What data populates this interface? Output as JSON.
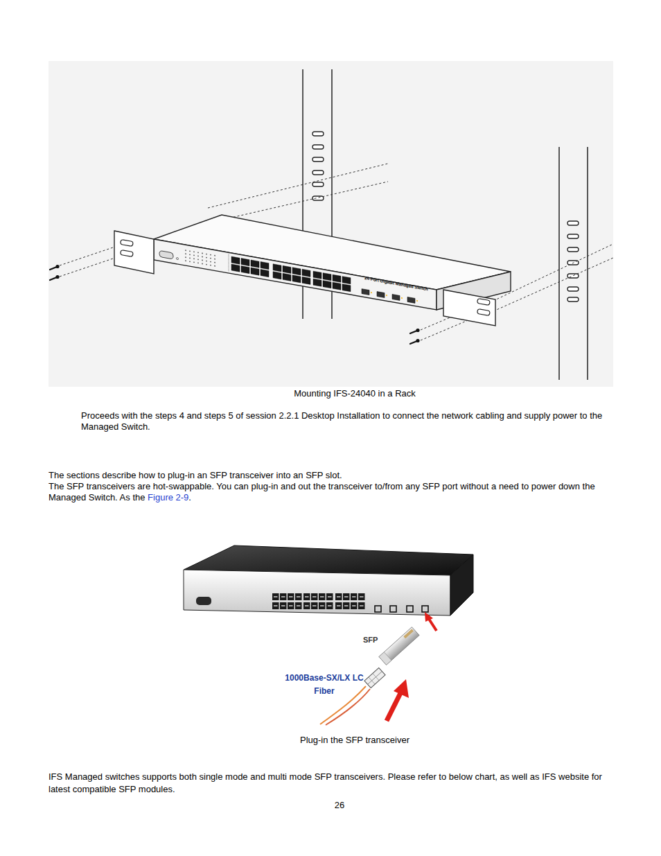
{
  "diagram": {
    "labels": [
      "24-Port Gigabit Managed Switch",
      "Mounting IFS-24040 in a Rack",
      "Proceeds with the steps 4 and steps 5 of session 2.2.1 Desktop Installation to connect the network cabling and supply power to the Managed Switch.",
      "The sections describe how to plug-in an SFP transceiver into an SFP slot.",
      "The SFP transceivers are hot-swappable. You can plug-in and out the transceiver to/from any SFP port without a need to power down the Managed Switch. As the ",
      "Figure 2-9",
      ".",
      "SFP",
      "1000Base-SX/LX LC Fiber",
      "Plug-in the SFP transceiver",
      "IFS Managed switches supports both single mode and multi mode SFP transceivers. Please refer to below chart, as well as IFS website for latest compatible SFP modules.",
      "26"
    ]
  }
}
